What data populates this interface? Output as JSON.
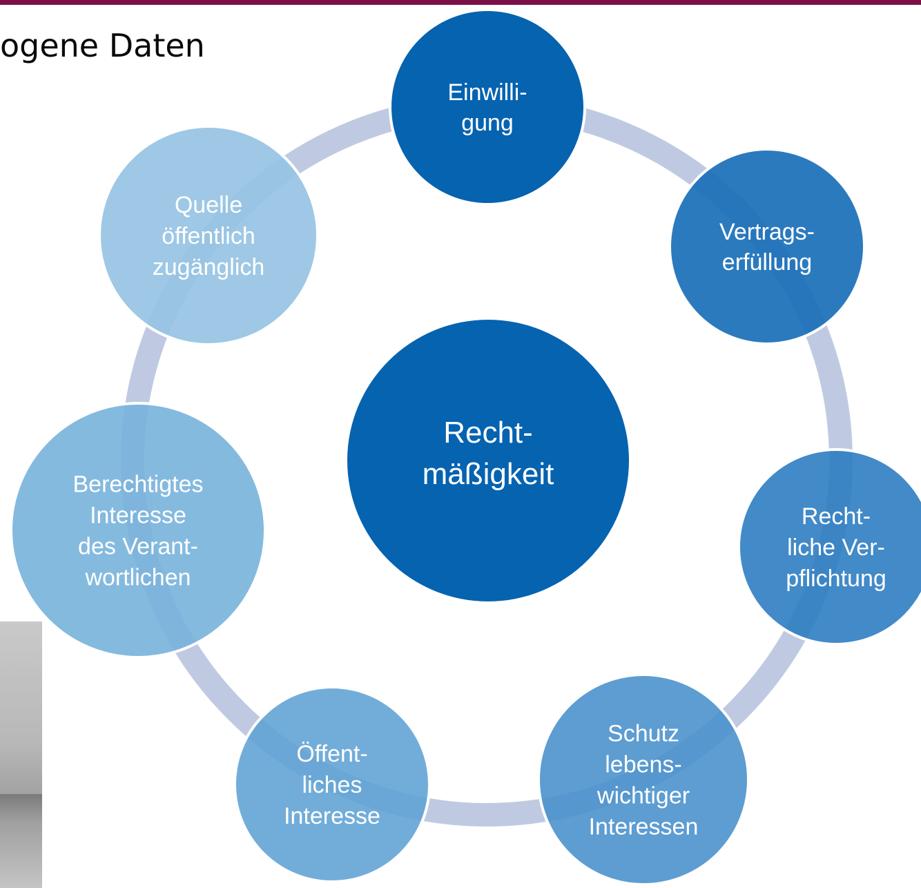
{
  "title": "ogene Daten",
  "diagram": {
    "center": {
      "label_lines": [
        "Recht-",
        "mäßigkeit"
      ],
      "color": "#0563b0"
    },
    "ring_color": "#a9b8d8",
    "nodes": [
      {
        "id": "einwilligung",
        "label_lines": [
          "Einwilli-",
          "gung"
        ],
        "color": "#0563b0"
      },
      {
        "id": "vertragserfuellung",
        "label_lines": [
          "Vertrags-",
          "erfüllung"
        ],
        "color": "#1a6fb9"
      },
      {
        "id": "rechtliche-verpflichtung",
        "label_lines": [
          "Recht-",
          "liche Ver-",
          "pflichtung"
        ],
        "color": "#2e7dc2"
      },
      {
        "id": "schutz-lebenswichtiger-interessen",
        "label_lines": [
          "Schutz",
          "lebens-",
          "wichtiger",
          "Interessen"
        ],
        "color": "#4790cb"
      },
      {
        "id": "oeffentliches-interesse",
        "label_lines": [
          "Öffent-",
          "liches",
          "Interesse"
        ],
        "color": "#5fa2d4"
      },
      {
        "id": "berechtigtes-interesse",
        "label_lines": [
          "Berechtigtes",
          "Interesse",
          "des Verant-",
          "wortlichen"
        ],
        "color": "#78b2dc"
      },
      {
        "id": "quelle-oeffentlich",
        "label_lines": [
          "Quelle",
          "öffentlich",
          "zugänglich"
        ],
        "color": "#96c3e3"
      }
    ]
  }
}
